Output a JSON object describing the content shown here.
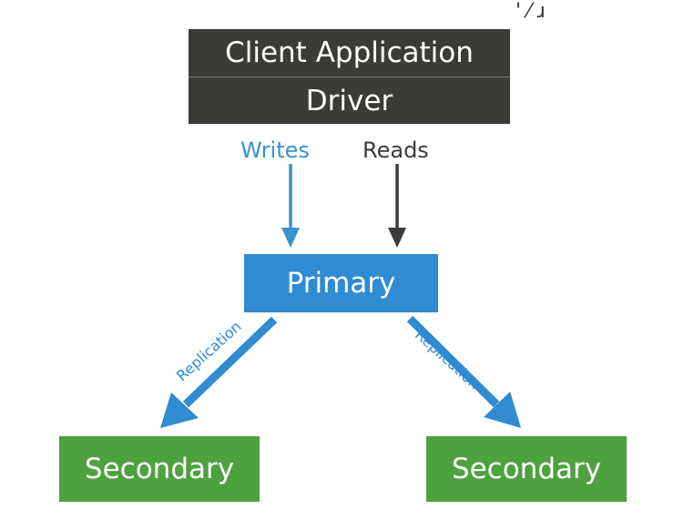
{
  "corner_glyph": "' ⁄ ɹ",
  "client": {
    "title": "Client Application",
    "driver": "Driver"
  },
  "flows": {
    "writes": "Writes",
    "reads": "Reads"
  },
  "primary": {
    "label": "Primary"
  },
  "replication": {
    "left": "Replication",
    "right": "Replication"
  },
  "secondaries": [
    {
      "label": "Secondary"
    },
    {
      "label": "Secondary"
    }
  ],
  "colors": {
    "client_bg": "#3c3b37",
    "divider": "#7e7d78",
    "writes": "#3a92cf",
    "reads": "#3c3b37",
    "primary_bg": "#2f8bd2",
    "replication": "#2f8bd2",
    "secondary_bg": "#4ea13f"
  }
}
